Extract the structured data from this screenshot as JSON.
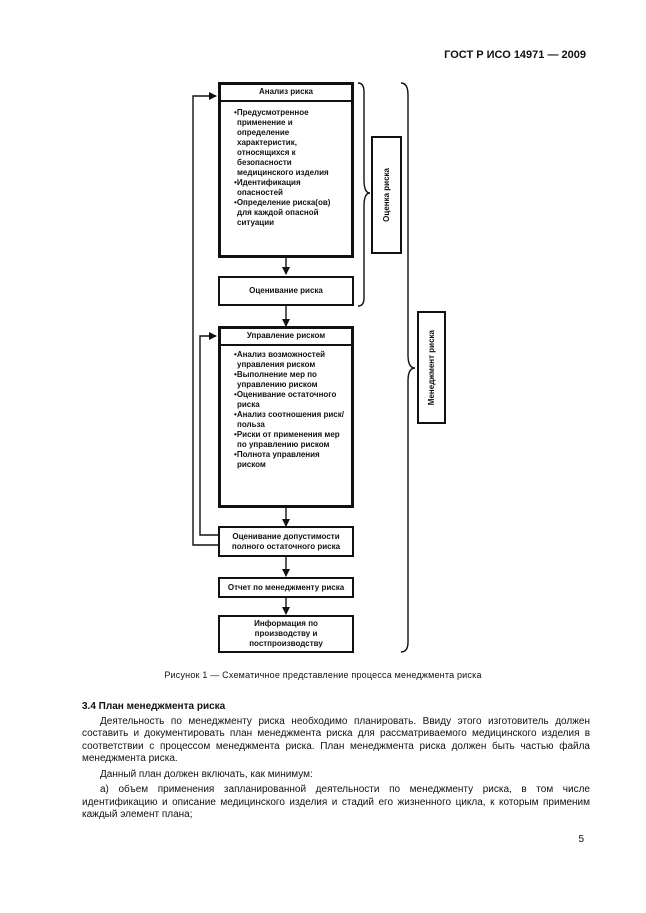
{
  "header": {
    "standard": "ГОСТ Р ИСО 14971 — 2009"
  },
  "diagram": {
    "analysis": {
      "title": "Анализ риска",
      "items": [
        "Предусмотренное применение и определение характеристик, относящихся к безопасности медицинского изделия",
        "Идентификация опасностей",
        "Определение риска(ов) для каждой опасной ситуации"
      ]
    },
    "evaluation": "Оценивание риска",
    "control": {
      "title": "Управление риском",
      "items": [
        "Анализ возможностей управления риском",
        "Выполнение мер по управлению риском",
        "Оценивание остаточного риска",
        "Анализ соотношения риск/польза",
        "Риски от применения мер по управлению риском",
        "Полнота управления риском"
      ]
    },
    "acceptability": "Оценивание допустимости полного остаточного риска",
    "report": "Отчет по менеджменту риска",
    "production_info": "Информация по производству и постпроизводству",
    "side_assessment": "Оценка риска",
    "side_management": "Менеджмент риска"
  },
  "figure_caption": "Рисунок 1 — Схематичное представление процесса менеджмента риска",
  "section": {
    "heading": "3.4 План менеджмента риска",
    "paragraphs": [
      "Деятельность по менеджменту риска необходимо планировать. Ввиду этого изготовитель должен составить и документировать план менеджмента риска для рассматриваемого медицинского изделия в соответствии с процессом менеджмента риска. План менеджмента риска должен быть частью файла менеджмента риска.",
      "Данный план должен включать, как минимум:",
      "а) объем применения запланированной деятельности по менеджменту риска, в том числе идентификацию и описание медицинского изделия и стадий его жизненного цикла, к которым применим каждый элемент плана;"
    ]
  },
  "page_number": "5"
}
